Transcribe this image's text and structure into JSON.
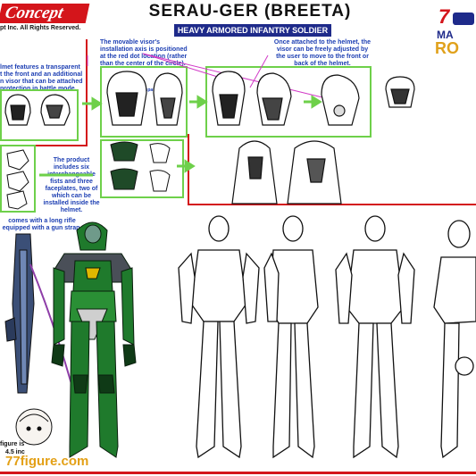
{
  "header": {
    "brand": "Concept",
    "copyright": "pt Inc. All Rights Reserved.",
    "title": "SERAU-GER (BREETA)",
    "subtitle": "HEAVY ARMORED INFANTRY SOLDIER",
    "logo_letters_top": "7",
    "logo_letters_mid": "MA",
    "logo_letters_bot": "RO"
  },
  "notes": {
    "visor_axis": "The movable visor's installation axis is positioned at the red dot location (rather than the center of the circle).",
    "visor_adjust": "Once attached to the helmet, the visor can be freely adjusted by the user to move to the front or back of the helmet.",
    "helmet_visor": "lmet features a transparent t the front and an additional n visor that can be attached protection in battle mode.",
    "transparent_label": "Transparent",
    "fists": "The product includes six interchangeable fists and three faceplates, two of which can be installed inside the helmet.",
    "rifle": "comes with a long rifle equipped with a gun strap.",
    "figure_size_1": "figure is",
    "figure_size_2": "4.5 inc"
  },
  "watermark": {
    "text": "77figure.com"
  },
  "colors": {
    "accent_red": "#d4151b",
    "box_green": "#6ed04a",
    "note_blue": "#1d3fb3",
    "armor_green": "#1f7a2c",
    "armor_dark": "#0f3a16"
  }
}
